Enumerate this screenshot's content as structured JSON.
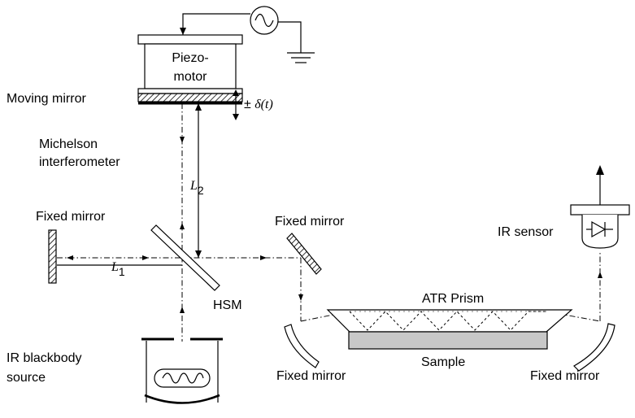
{
  "labels": {
    "piezo_line1": "Piezo-",
    "piezo_line2": "motor",
    "moving_mirror": "Moving mirror",
    "delta_pm": "± ",
    "delta_fn": "δ(t)",
    "michelson_line1": "Michelson",
    "michelson_line2": "interferometer",
    "l2_main": "L",
    "l2_sub": "2",
    "l1_main": "L",
    "l1_sub": "1",
    "fixed_mirror_left": "Fixed mirror",
    "fixed_mirror_mid": "Fixed mirror",
    "hsm": "HSM",
    "ir_sensor": "IR sensor",
    "atr_prism": "ATR Prism",
    "sample": "Sample",
    "source_line1": "IR blackbody",
    "source_line2": "source",
    "fixed_mirror_bottom_left": "Fixed mirror",
    "fixed_mirror_bottom_right": "Fixed mirror"
  },
  "icons": {
    "ac_source": "sine-wave-ac-source-icon",
    "ground": "ground-icon",
    "sensor_diode": "diode-icon",
    "heater": "heating-coil-icon"
  }
}
